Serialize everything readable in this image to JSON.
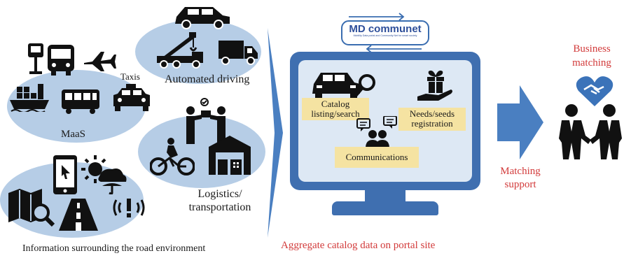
{
  "left_panel": {
    "maas_label": "MaaS",
    "taxis_label": "Taxis",
    "automated_driving_label": "Automated driving",
    "logistics_line1": "Logistics/",
    "logistics_line2": "transportation",
    "road_info_label": "Information surrounding the road environment"
  },
  "portal": {
    "brand_name": "MD communet",
    "brand_tagline": "Mobility Data portal and Community Net for smart society",
    "catalog_line1": "Catalog",
    "catalog_line2": "listing/search",
    "needs_line1": "Needs/seeds",
    "needs_line2": "registration",
    "communications_label": "Communications",
    "caption": "Aggregate catalog data on portal site"
  },
  "right_panel": {
    "matching_line1": "Matching",
    "matching_line2": "support",
    "business_line1": "Business",
    "business_line2": "matching"
  },
  "colors": {
    "ellipse": "#b6cde6",
    "arrow": "#4a7fc1",
    "accent_red": "#d23a3a",
    "highlight": "#f5e3a2",
    "heart": "#3b73b9"
  }
}
